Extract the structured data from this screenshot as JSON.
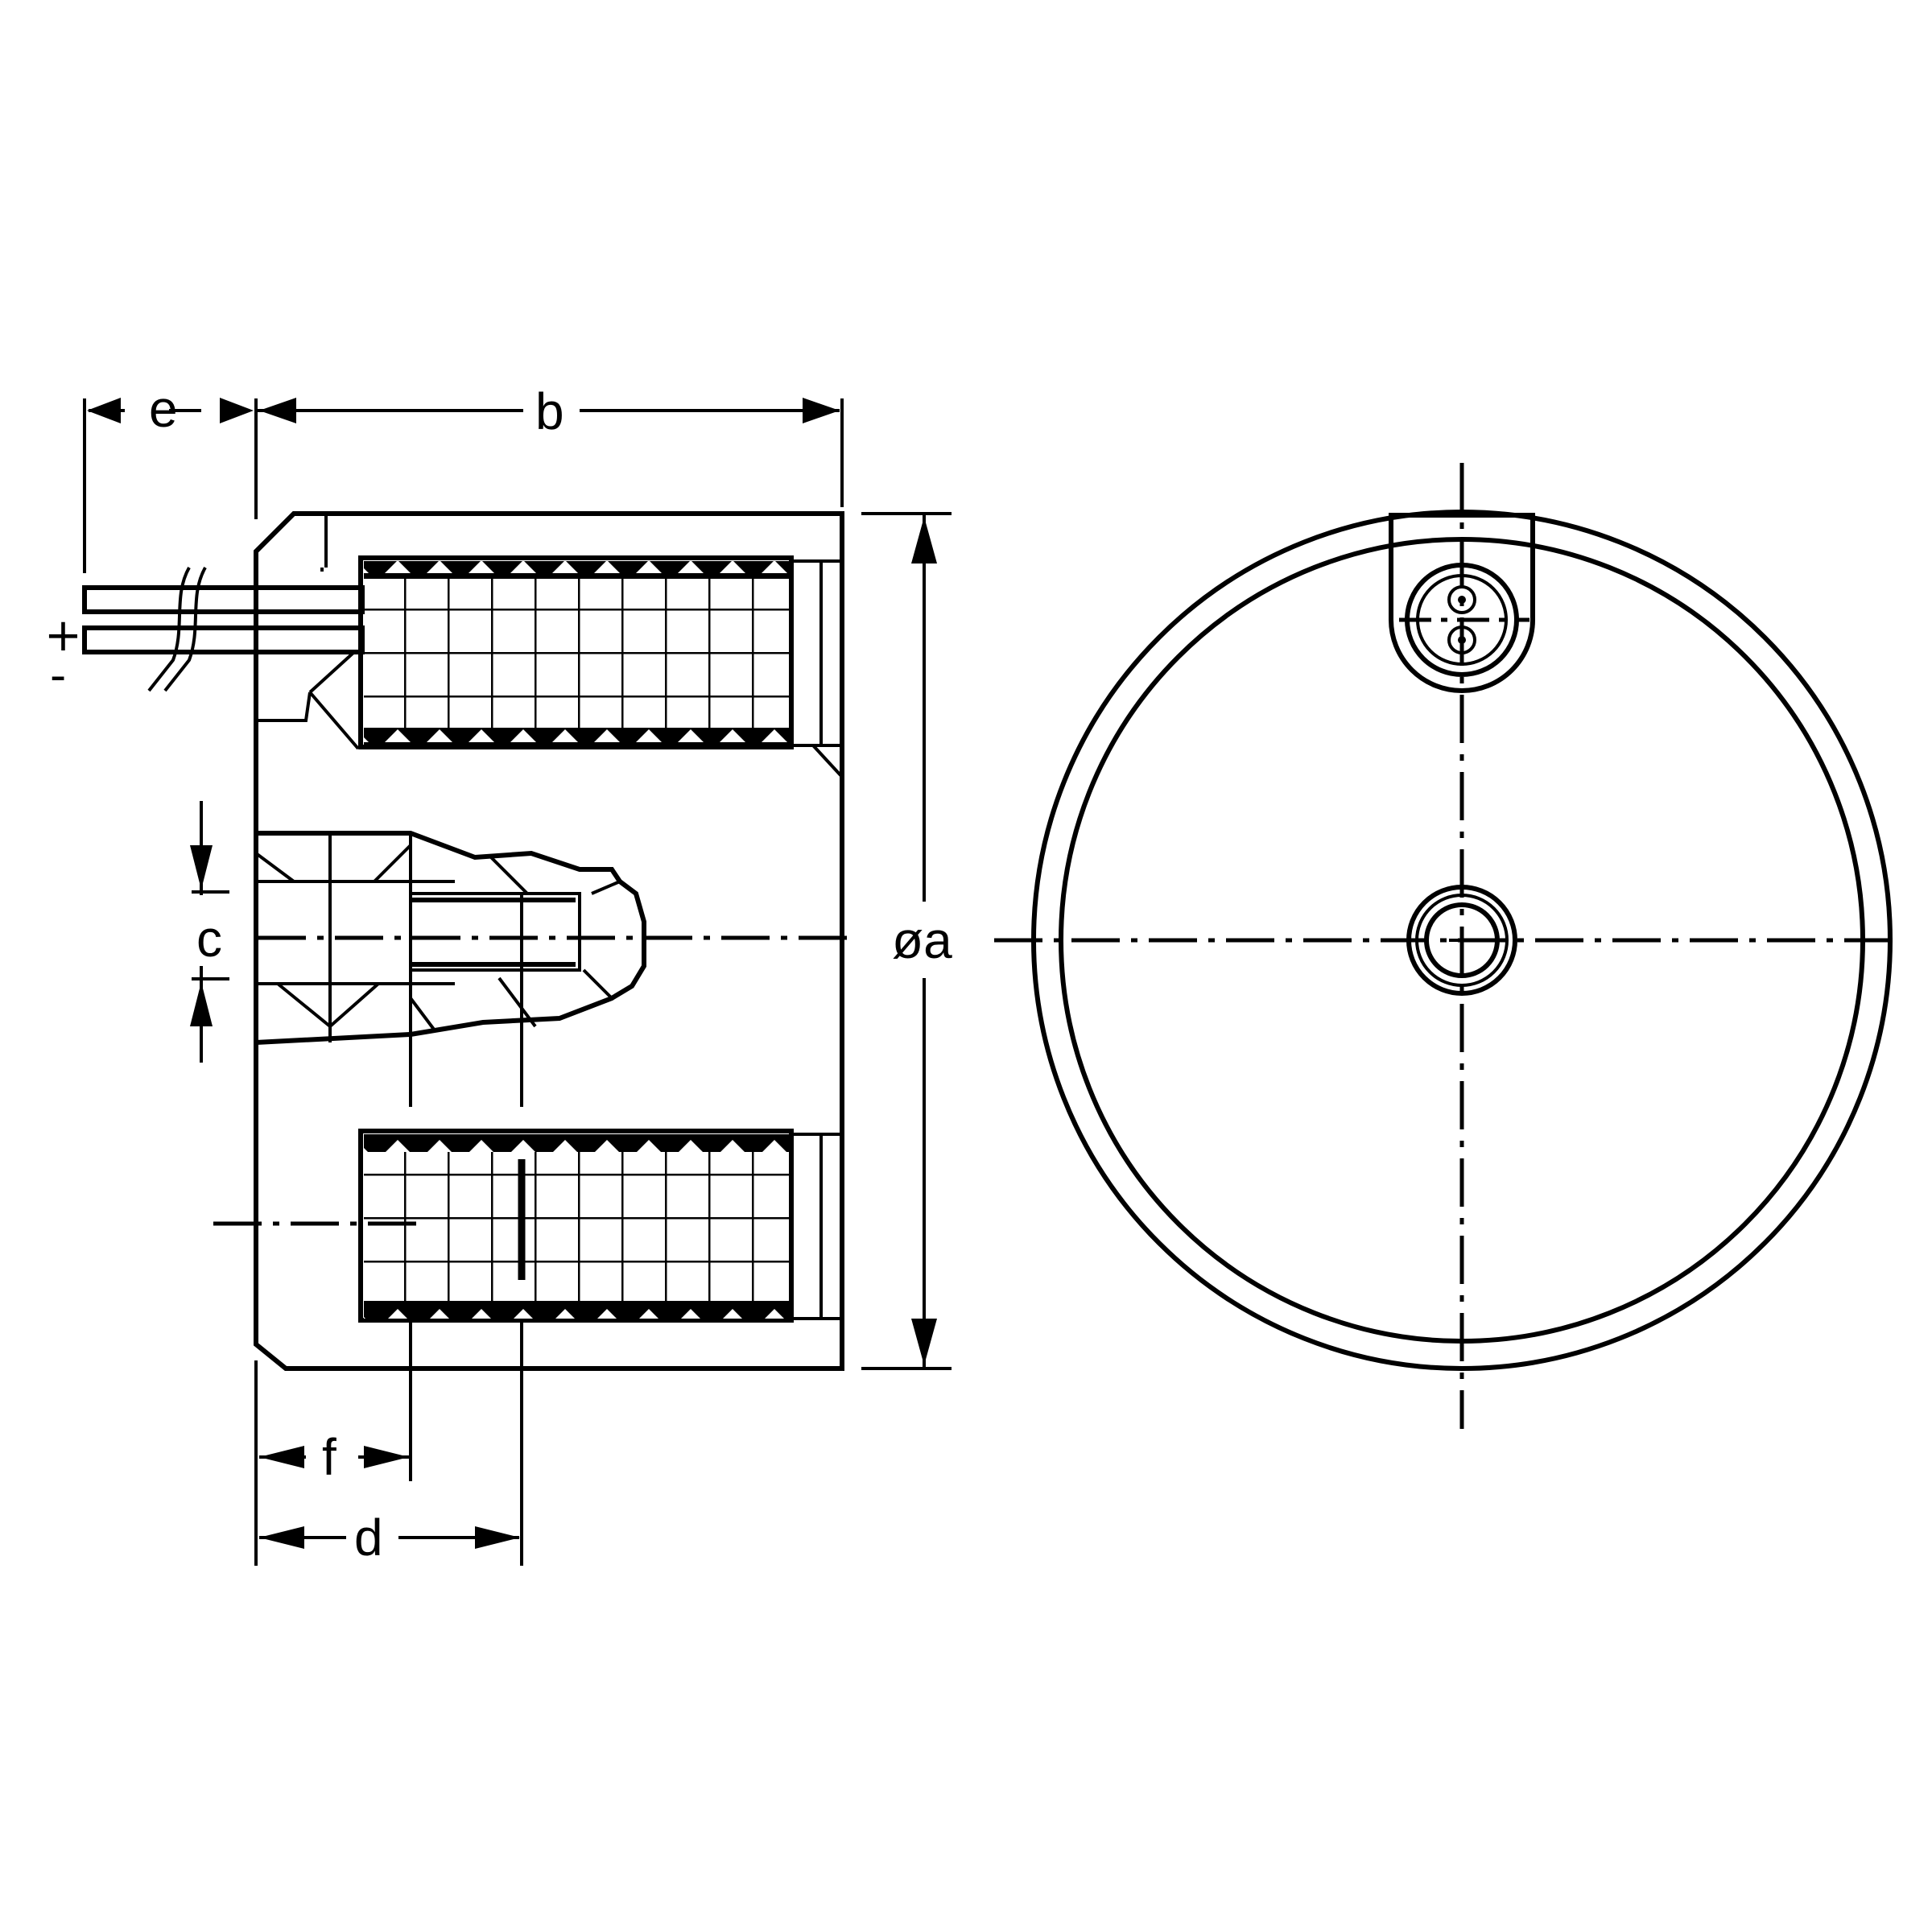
{
  "drawing": {
    "type": "technical-drawing",
    "subject": "cylindrical solenoid / electromagnet with lead wires",
    "views": [
      "side-section-view",
      "end-view"
    ],
    "line_color": "#000000",
    "background": "#ffffff"
  },
  "dimensions": {
    "a": "øa",
    "b": "b",
    "c": "c",
    "d": "d",
    "e": "e",
    "f": "f"
  },
  "polarity": {
    "plus": "+",
    "minus": "-"
  }
}
